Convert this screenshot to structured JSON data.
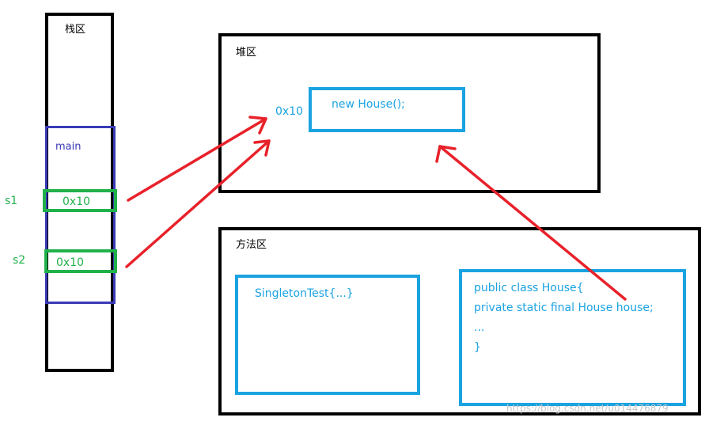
{
  "stack_area": {
    "title": "栈区",
    "frame_label": "main",
    "variables": [
      {
        "name": "s1",
        "value": "0x10"
      },
      {
        "name": "s2",
        "value": "0x10"
      }
    ]
  },
  "heap_area": {
    "title": "堆区",
    "address": "0x10",
    "object": "new House();"
  },
  "method_area": {
    "title": "方法区",
    "singleton_class": "SingletonTest{...}",
    "house_class_lines": [
      "public class House{",
      "private static final House house;",
      "...",
      "}"
    ]
  },
  "watermark": "https://blog.csdn.net/u014476879",
  "colors": {
    "border": "#000000",
    "frame": "#3a3ab6",
    "variable": "#21b14b",
    "heap_and_class": "#1aa3e1",
    "arrow": "#e8212a"
  }
}
